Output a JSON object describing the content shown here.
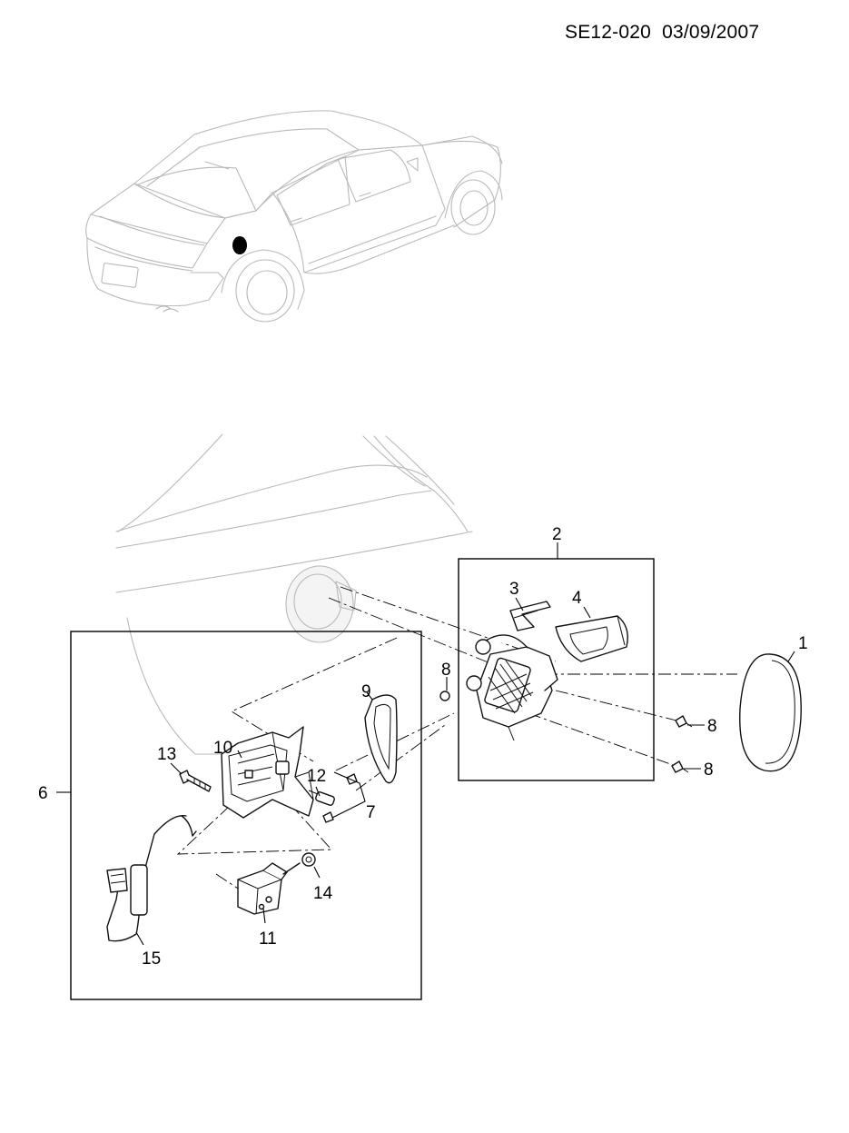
{
  "header": {
    "drawing_code": "SE12-020",
    "date": "03/09/2007"
  },
  "callouts": {
    "c1": "1",
    "c2": "2",
    "c3": "3",
    "c4": "4",
    "c6": "6",
    "c7": "7",
    "c8a": "8",
    "c8b": "8",
    "c8c": "8",
    "c9": "9",
    "c10": "10",
    "c11": "11",
    "c12": "12",
    "c13": "13",
    "c14": "14",
    "c15": "15"
  },
  "colors": {
    "line": "#000000",
    "ghost": "#b9b9b9",
    "marker": "#000000"
  }
}
